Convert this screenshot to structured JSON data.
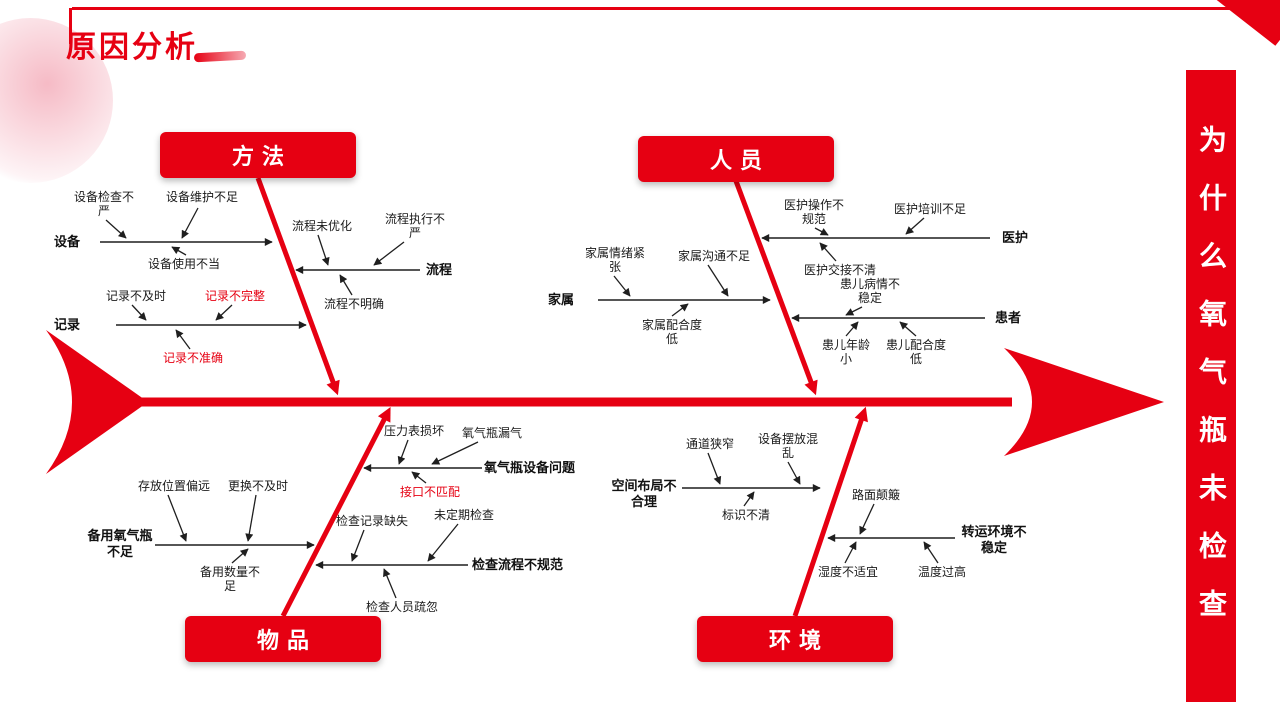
{
  "colors": {
    "accent_red": "#e60012",
    "emphasis_text": "#e60012",
    "text": "#1a1a1a"
  },
  "header": {
    "title": "原因分析"
  },
  "problem": {
    "statement": "为什么氧气瓶未检查"
  },
  "fishbone": {
    "categories": [
      {
        "label": "方法",
        "branches": [
          {
            "label": "设备",
            "causes": [
              {
                "text": "设备检查不严"
              },
              {
                "text": "设备维护不足"
              },
              {
                "text": "设备使用不当"
              }
            ]
          },
          {
            "label": "流程",
            "causes": [
              {
                "text": "流程未优化"
              },
              {
                "text": "流程执行不严"
              },
              {
                "text": "流程不明确"
              }
            ]
          },
          {
            "label": "记录",
            "causes": [
              {
                "text": "记录不及时"
              },
              {
                "text": "记录不完整",
                "emphasis": true
              },
              {
                "text": "记录不准确",
                "emphasis": true
              }
            ]
          }
        ]
      },
      {
        "label": "人员",
        "branches": [
          {
            "label": "医护",
            "causes": [
              {
                "text": "医护操作不规范"
              },
              {
                "text": "医护培训不足"
              },
              {
                "text": "医护交接不清"
              }
            ]
          },
          {
            "label": "家属",
            "causes": [
              {
                "text": "家属情绪紧张"
              },
              {
                "text": "家属沟通不足"
              },
              {
                "text": "家属配合度低"
              }
            ]
          },
          {
            "label": "患者",
            "causes": [
              {
                "text": "患儿病情不稳定"
              },
              {
                "text": "患儿年龄小"
              },
              {
                "text": "患儿配合度低"
              }
            ]
          }
        ]
      },
      {
        "label": "物品",
        "branches": [
          {
            "label": "备用氧气瓶不足",
            "causes": [
              {
                "text": "存放位置偏远"
              },
              {
                "text": "更换不及时"
              },
              {
                "text": "备用数量不足"
              }
            ]
          },
          {
            "label": "氧气瓶设备问题",
            "causes": [
              {
                "text": "压力表损坏"
              },
              {
                "text": "氧气瓶漏气"
              },
              {
                "text": "接口不匹配",
                "emphasis": true
              }
            ]
          },
          {
            "label": "检查流程不规范",
            "causes": [
              {
                "text": "检查记录缺失"
              },
              {
                "text": "未定期检查"
              },
              {
                "text": "检查人员疏忽"
              }
            ]
          }
        ]
      },
      {
        "label": "环境",
        "branches": [
          {
            "label": "空间布局不合理",
            "causes": [
              {
                "text": "通道狭窄"
              },
              {
                "text": "设备摆放混乱"
              },
              {
                "text": "标识不清"
              }
            ]
          },
          {
            "label": "转运环境不稳定",
            "causes": [
              {
                "text": "路面颠簸"
              },
              {
                "text": "湿度不适宜"
              },
              {
                "text": "温度过高"
              }
            ]
          }
        ]
      }
    ]
  }
}
